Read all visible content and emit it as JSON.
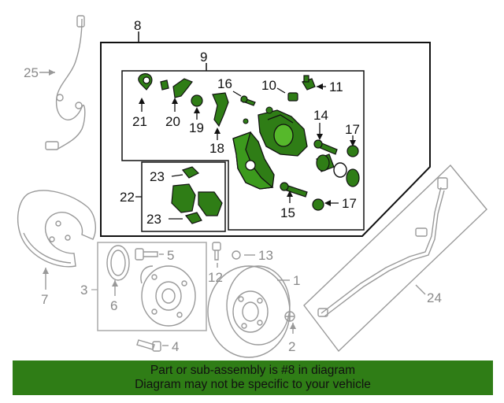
{
  "callouts": {
    "c1": "1",
    "c2": "2",
    "c3": "3",
    "c4": "4",
    "c5": "5",
    "c6": "6",
    "c7": "7",
    "c8": "8",
    "c9": "9",
    "c10": "10",
    "c11": "11",
    "c12": "12",
    "c13": "13",
    "c14": "14",
    "c15": "15",
    "c16": "16",
    "c17a": "17",
    "c17b": "17",
    "c18": "18",
    "c19": "19",
    "c20": "20",
    "c21": "21",
    "c22": "22",
    "c23a": "23",
    "c23b": "23",
    "c24": "24",
    "c25": "25"
  },
  "banner": {
    "line1": "Part or sub-assembly is #8 in diagram",
    "line2": "Diagram may not be specific to your vehicle"
  },
  "colors": {
    "highlight_part": "#2f7d16",
    "banner_bg": "#2f7d16",
    "grey_part": "#9a9a9a",
    "outline": "#111111"
  }
}
